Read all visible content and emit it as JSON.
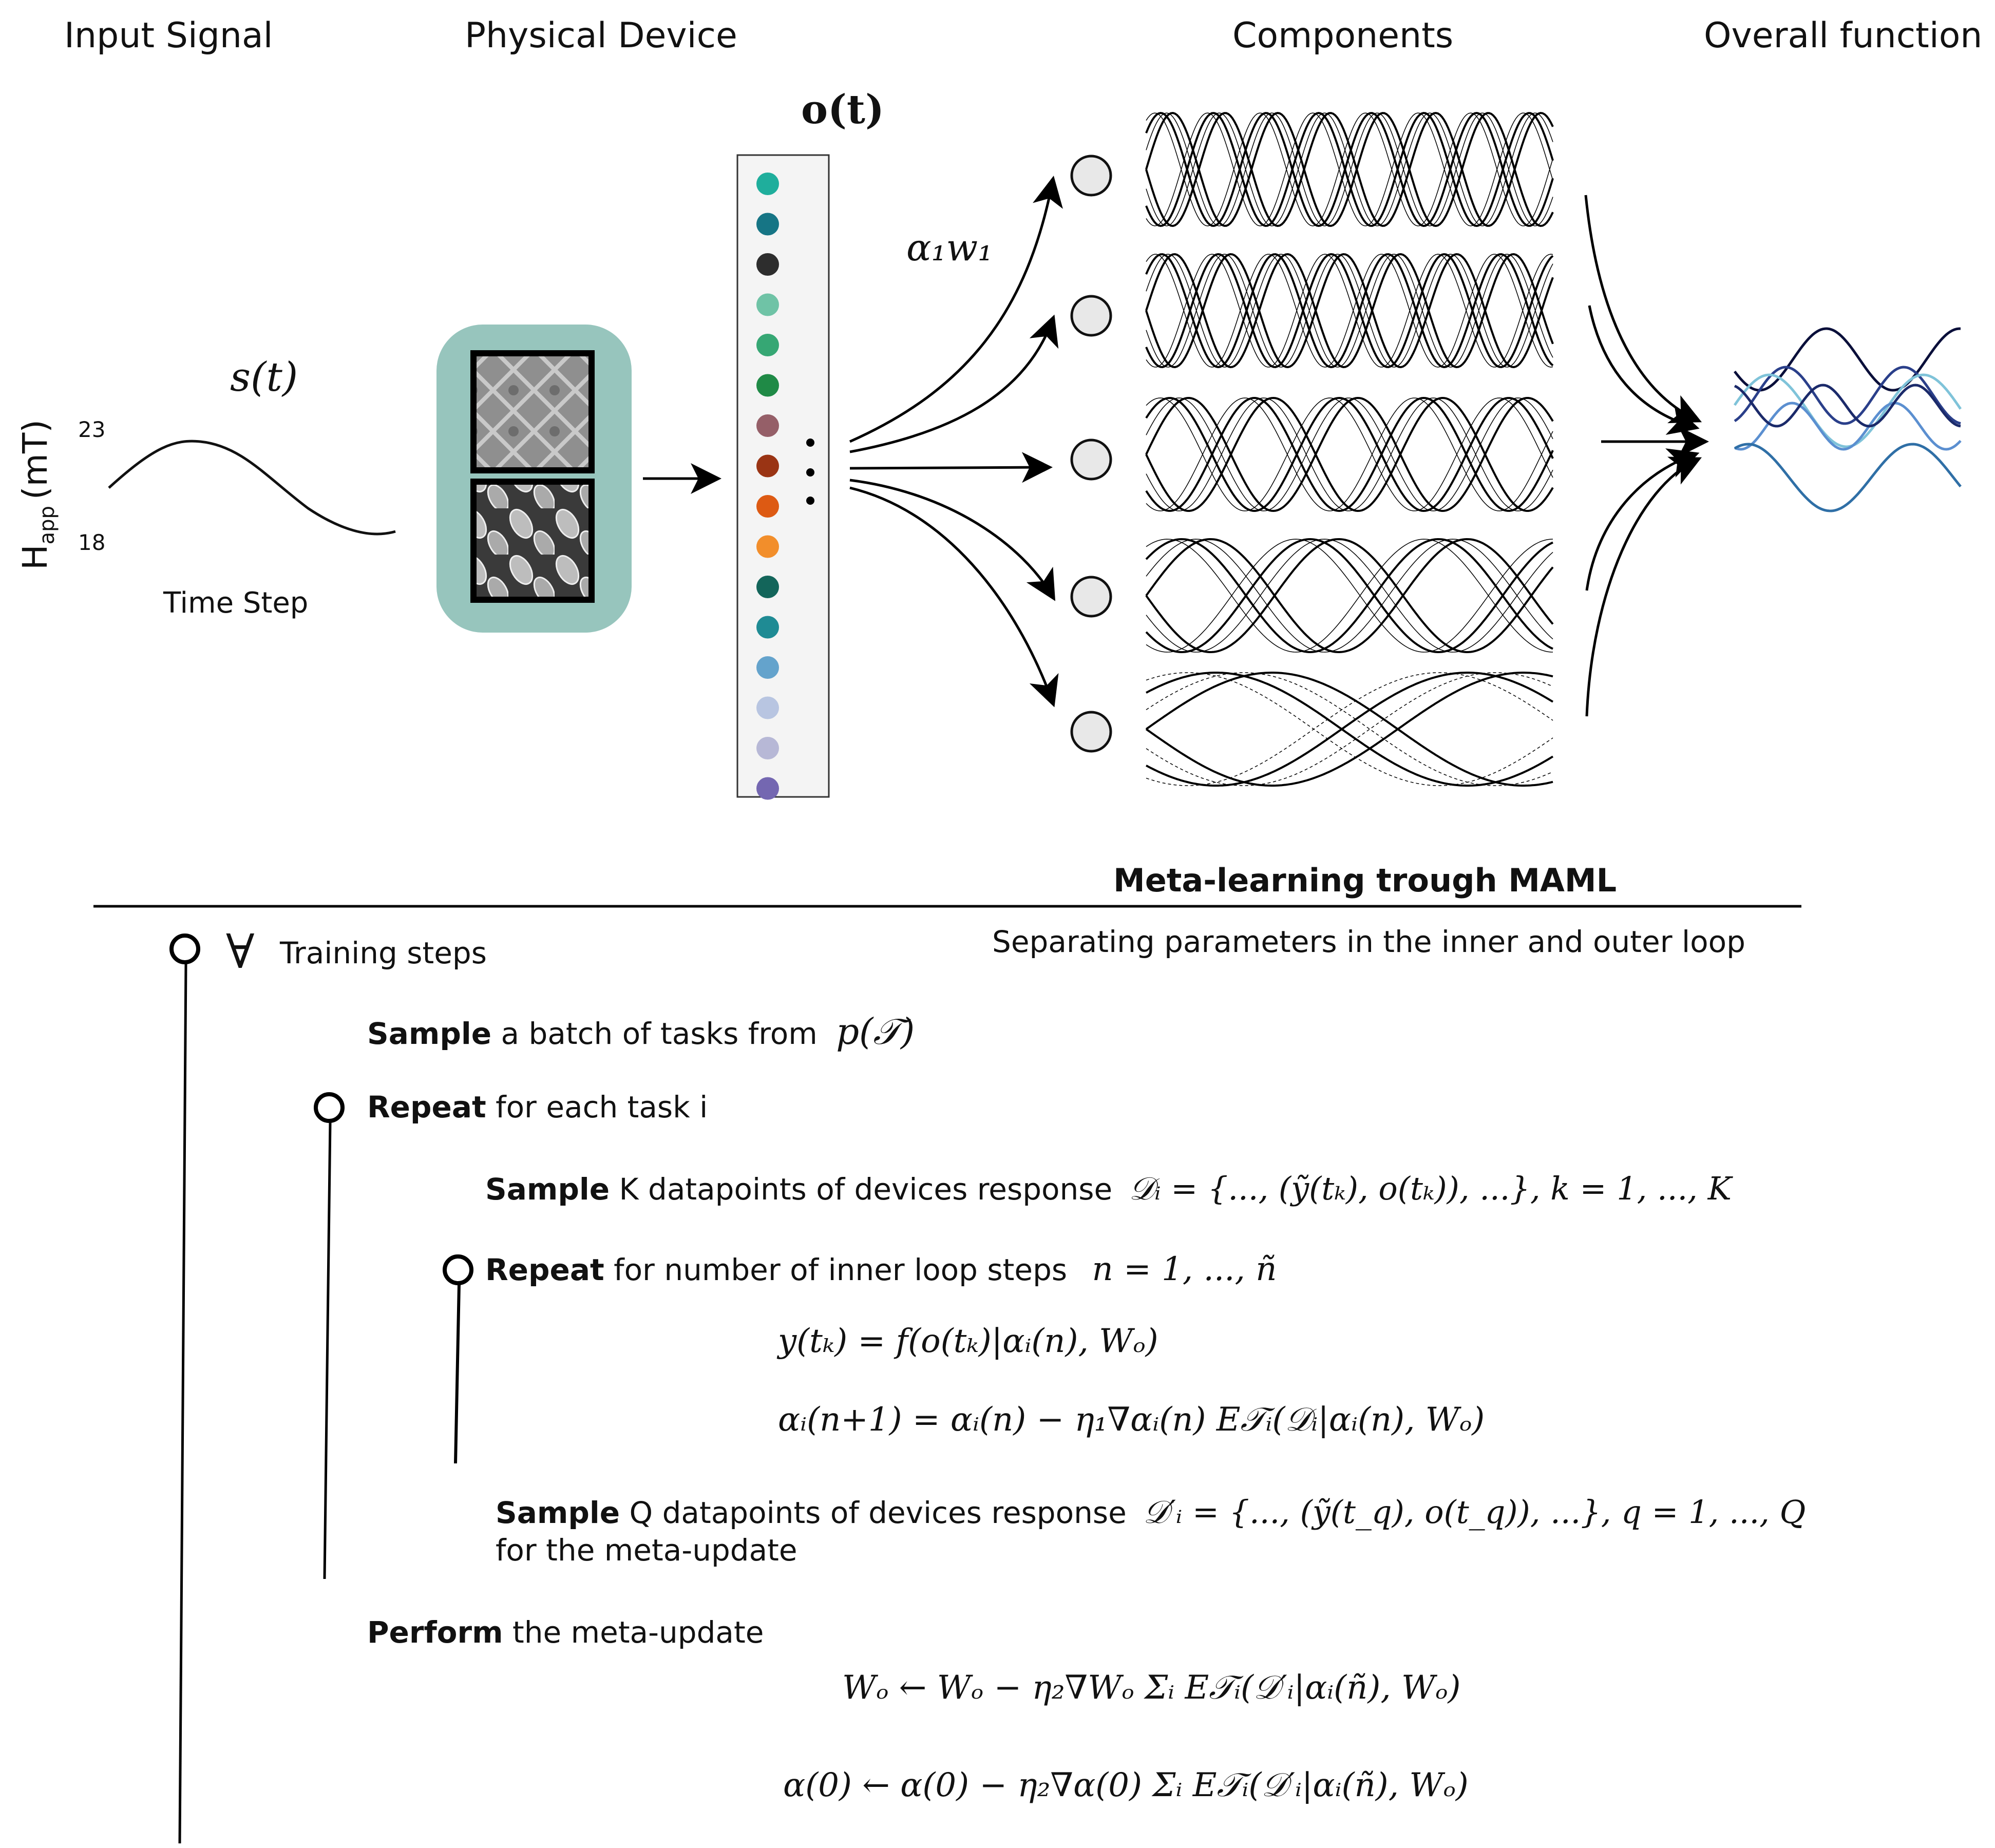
{
  "headers": {
    "input_signal": "Input Signal",
    "physical_device": "Physical Device",
    "components": "Components",
    "overall_function": "Overall function"
  },
  "input": {
    "signal_label": "s(t)",
    "y_axis_label": "H",
    "y_axis_subscript": "app",
    "y_axis_unit": "(mT)",
    "y_max": "23",
    "y_min": "18",
    "x_axis_label": "Time Step"
  },
  "output_vector": {
    "label": "o(t)",
    "dot_colors": [
      "#1fae9c",
      "#167585",
      "#2d2d2d",
      "#6fc3a6",
      "#36a774",
      "#1f8a46",
      "#955f68",
      "#9a3414",
      "#dd5a13",
      "#f28e2b",
      "#13655a",
      "#1f8b94",
      "#64a3cc",
      "#b8c5e1",
      "#b7b8d6",
      "#7467b1"
    ],
    "ellipsis": "⋮"
  },
  "weights_label": "α₁w₁",
  "meta": {
    "title": "Meta-learning trough MAML",
    "subtitle": "Separating parameters in the inner and outer loop",
    "forall_symbol": "∀",
    "training_steps": "Training steps",
    "sample_tasks_bold": "Sample",
    "sample_tasks_rest": "a batch of tasks from",
    "sample_tasks_math": "p(𝒯)",
    "repeat_task_bold": "Repeat",
    "repeat_task_rest": "for each task i",
    "sample_k_bold": "Sample",
    "sample_k_rest": "K datapoints of devices response",
    "sample_k_math": "𝒟ᵢ = {..., (ỹ(tₖ), o(tₖ)), ...},  k = 1, ..., K",
    "repeat_inner_bold": "Repeat",
    "repeat_inner_rest": "for number of inner loop steps",
    "repeat_inner_math": "n = 1, ..., ñ",
    "eq_forward": "y(tₖ) = f(o(tₖ)|αᵢ(n), Wₒ)",
    "eq_inner_update": "αᵢ(n+1) = αᵢ(n) − η₁∇αᵢ(n) E𝒯ᵢ(𝒟ᵢ|αᵢ(n), Wₒ)",
    "sample_q_bold": "Sample",
    "sample_q_rest": "Q datapoints of devices response",
    "sample_q_math": "𝒟′ᵢ = {..., (ỹ(t_q), o(t_q)), ...},  q = 1, ..., Q",
    "sample_q_line2": "for the meta-update",
    "perform_bold": "Perform",
    "perform_rest": "the meta-update",
    "eq_meta_w": "Wₒ ← Wₒ − η₂∇Wₒ Σᵢ E𝒯ᵢ(𝒟′ᵢ|αᵢ(ñ), Wₒ)",
    "eq_meta_alpha": "α(0) ← α(0) − η₂∇α(0) Σᵢ E𝒯ᵢ(𝒟′ᵢ|αᵢ(ñ), Wₒ)"
  },
  "colors": {
    "device_bg": "#97c5bd",
    "overall_lines": [
      "#0a0f3a",
      "#2a3f8a",
      "#7fc3d9",
      "#5b8fd0",
      "#2f6fa6",
      "#1b2a6a"
    ]
  }
}
